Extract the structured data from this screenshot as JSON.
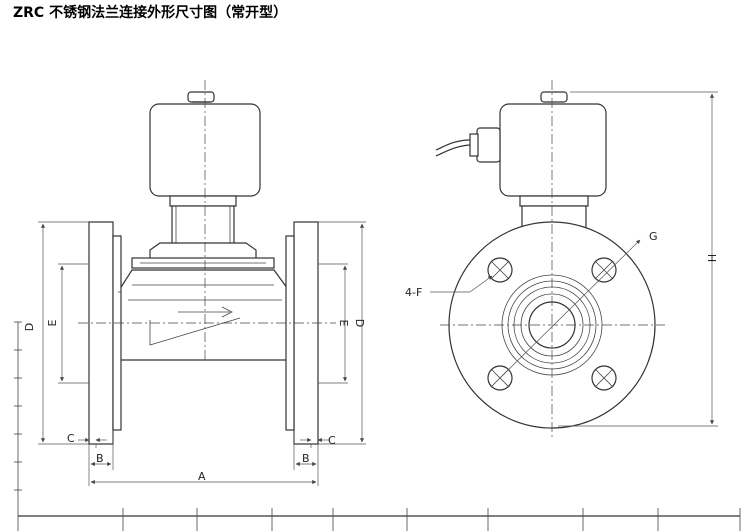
{
  "title": "ZRC 不锈钢法兰连接外形尺寸图（常开型）",
  "front_view": {
    "dim_d_left": "D",
    "dim_e_left": "E",
    "dim_e_right": "E",
    "dim_d_right": "D",
    "dim_c_left": "C",
    "dim_c_right": "C",
    "dim_b_left": "B",
    "dim_b_right": "B",
    "dim_a": "A"
  },
  "side_view": {
    "label_holes": "4-F",
    "label_g": "G",
    "label_h": "H"
  }
}
